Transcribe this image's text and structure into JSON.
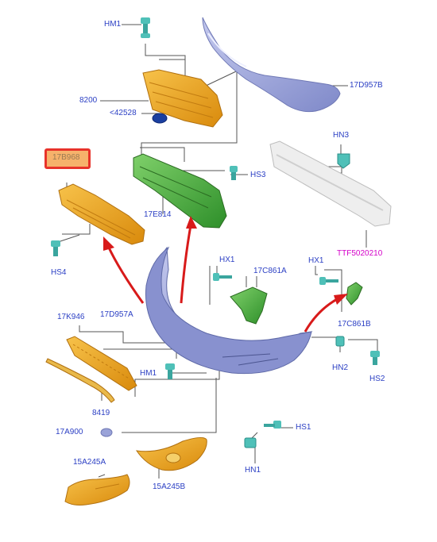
{
  "labels": {
    "hm1_top": "HM1",
    "part_8200": "8200",
    "part_42528": "<42528",
    "part_17d957b": "17D957B",
    "part_17b968": "17B968",
    "hs3": "HS3",
    "hn3": "HN3",
    "part_17e814": "17E814",
    "hs4": "HS4",
    "ttf": "TTF5020210",
    "hx1_left": "HX1",
    "part_17c861a": "17C861A",
    "hx1_right": "HX1",
    "part_17k946": "17K946",
    "part_17d957a": "17D957A",
    "part_17c861b": "17C861B",
    "hn2": "HN2",
    "hs2": "HS2",
    "hm1_bottom": "HM1",
    "part_8419": "8419",
    "part_17a900": "17A900",
    "hs1": "HS1",
    "part_15a245a": "15A245A",
    "part_15a245b": "15A245B",
    "hn1": "HN1"
  },
  "colors": {
    "label_text": "#2b3fc4",
    "highlight_label_text": "#d400c8",
    "callout_border": "#e8332a",
    "callout_fill": "#f6b26b",
    "arrow_red": "#d81a1a",
    "part_orange": "#f0a81c",
    "part_green": "#4caf3c",
    "part_blue_grey": "#9aa3d8",
    "fastener_teal": "#4fc0b8",
    "leader_line": "#555555"
  }
}
